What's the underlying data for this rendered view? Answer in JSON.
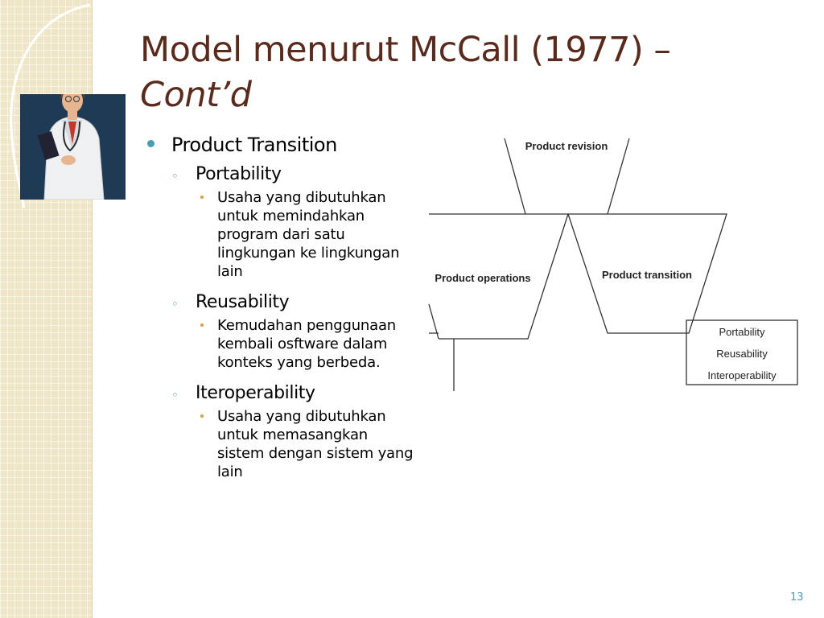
{
  "slide": {
    "title_main": "Model menurut McCall (1977) –",
    "title_cont": "Cont’d",
    "page_number": "13"
  },
  "content": {
    "l1": "Product Transition",
    "portability": {
      "heading": "Portability",
      "desc": "Usaha yang dibutuhkan untuk memindahkan program dari satu lingkungan ke lingkungan lain"
    },
    "reusability": {
      "heading": "Reusability",
      "desc": "Kemudahan penggunaan kembali osftware dalam konteks yang berbeda."
    },
    "interoperability": {
      "heading": "Iteroperability",
      "desc": "Usaha yang dibutuhkan untuk memasangkan sistem dengan sistem yang lain"
    }
  },
  "diagram": {
    "revision": "Product revision",
    "operations": "Product operations",
    "transition": "Product transition",
    "box_items": [
      "Portability",
      "Reusability",
      "Interoperability"
    ]
  },
  "colors": {
    "title": "#5a2a1c",
    "bullet": "#4a9cb0",
    "sub_bullet": "#d9a23a",
    "sidebar": "#efe6c8"
  }
}
